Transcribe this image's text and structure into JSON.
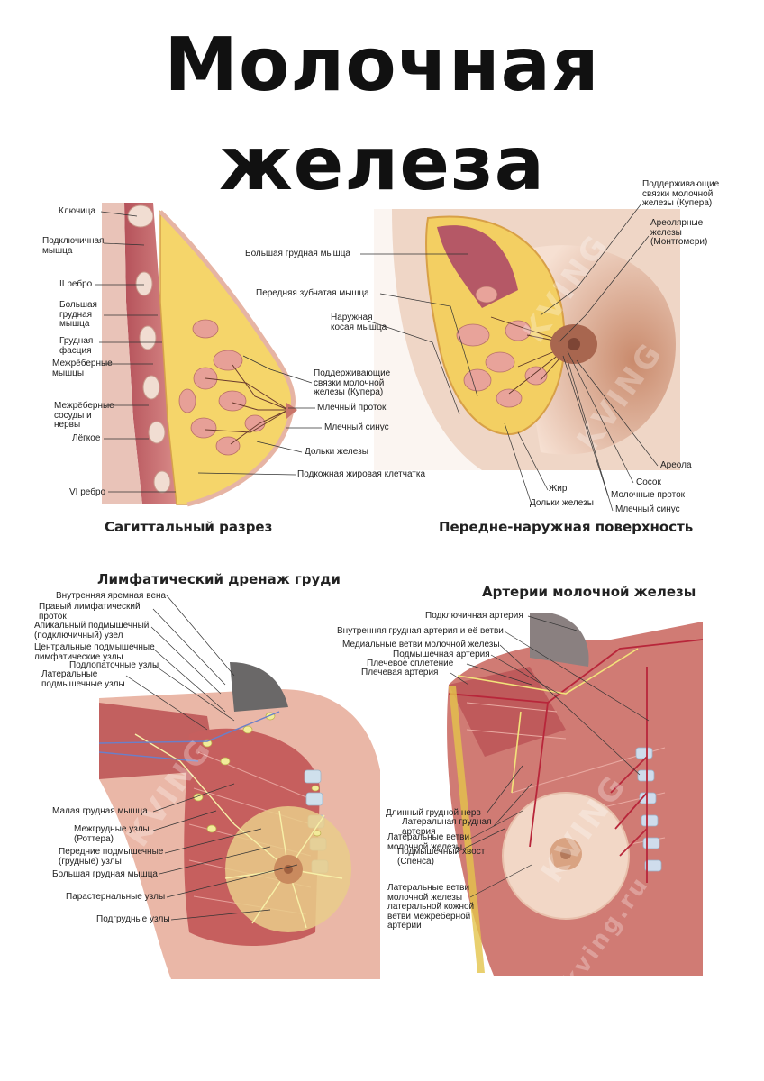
{
  "title": "Молочная железа",
  "sections": {
    "sagittal": {
      "caption": "Сагиттальный разрез",
      "labels": [
        "Ключица",
        "Подключичная\nмышца",
        "II ребро",
        "Большая\nгрудная\nмышца",
        "Грудная\nфасция",
        "Межрёберные\nмышцы",
        "Межрёберные\nсосуды и\nнервы",
        "Лёгкое",
        "VI ребро",
        "Поддерживающие\nсвязки молочной\nжелезы (Купера)",
        "Млечный проток",
        "Млечный синус",
        "Дольки железы",
        "Подкожная жировая клетчатка"
      ]
    },
    "anterior": {
      "caption": "Передне-наружная поверхность",
      "labels": [
        "Поддерживающие\nсвязки молочной\nжелезы (Купера)",
        "Ареолярные\nжелезы\n(Монтгомери)",
        "Большая грудная мышца",
        "Передняя зубчатая мышца",
        "Наружная\nкосая мышца",
        "Ареола",
        "Сосок",
        "Молочные проток",
        "Млечный синус",
        "Жир",
        "Дольки железы"
      ]
    },
    "lymph": {
      "caption": "Лимфатический дренаж груди",
      "labels": [
        "Внутренняя яремная вена",
        "Правый лимфатический\nпроток",
        "Апикальный подмышечный\n(подключичный) узел",
        "Центральные подмышечные\nлимфатические узлы",
        "Подлопаточные узлы",
        "Латеральные\nподмышечные узлы",
        "Малая грудная мышца",
        "Межгрудные узлы\n(Роттера)",
        "Передние подмышечные\n(грудные) узлы",
        "Большая грудная мышца",
        "Парастернальные узлы",
        "Подгрудные узлы"
      ]
    },
    "arteries": {
      "caption": "Артерии молочной железы",
      "labels": [
        "Подключичная артерия",
        "Внутренняя грудная артерия и её ветви",
        "Медиальные ветви молочной железы",
        "Подмышечная артерия",
        "Плечевое сплетение",
        "Плечевая артерия",
        "Длинный грудной нерв",
        "Латеральная грудная\nартерия",
        "Латеральные ветви\nмолочной железы",
        "Подмышечный хвост\n(Спенса)",
        "Латеральные ветви\nмолочной железы\nлатеральной кожной\nветви межрёберной\nартерии"
      ]
    }
  },
  "watermark": "KVING",
  "watermark_site": "kving.ru"
}
